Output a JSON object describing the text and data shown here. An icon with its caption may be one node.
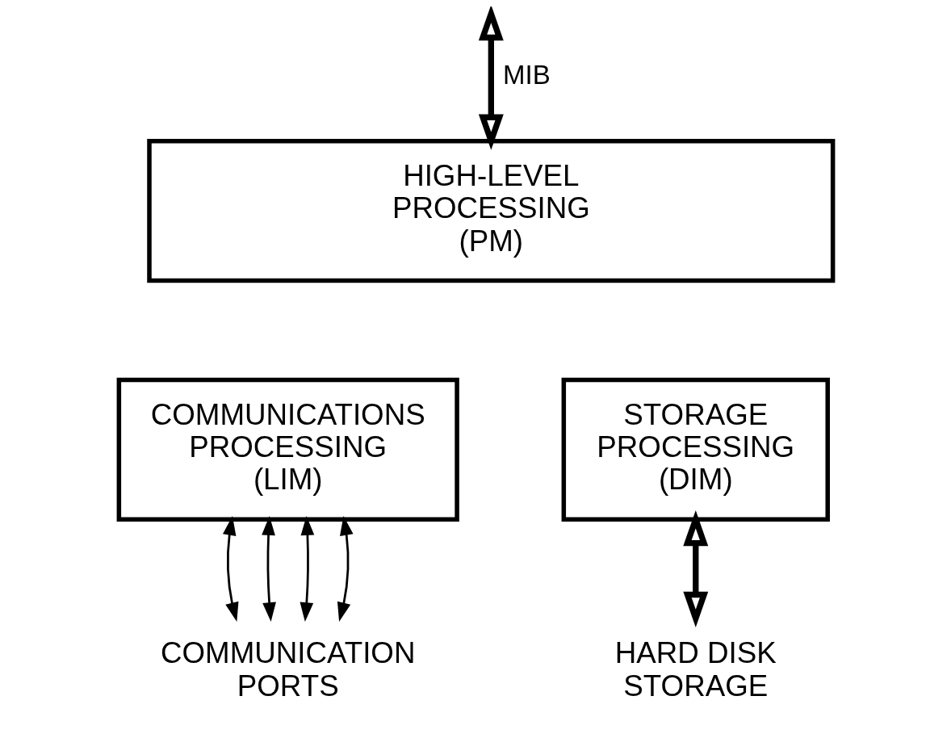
{
  "diagram": {
    "nodes": [
      {
        "text": [
          "HIGH-LEVEL PROCESSING (PM)"
        ]
      },
      {
        "text": [
          "COMMUNICATIONS PROCESSING (LIM)"
        ]
      },
      {
        "text": [
          "STORAGE PROCESSING (DIM)"
        ]
      },
      {
        "text": [
          "COMMUNICATION PORTS"
        ]
      },
      {
        "text": [
          "HARD DISK STORAGE"
        ]
      }
    ],
    "edges": [
      {
        "from": null,
        "to": 0,
        "arrow": "both",
        "label": "MIB",
        "style": "thick"
      },
      {
        "from": 1,
        "to": 3,
        "arrow": "both"
      },
      {
        "from": 1,
        "to": 3,
        "arrow": "both"
      },
      {
        "from": 1,
        "to": 3,
        "arrow": "both"
      },
      {
        "from": 1,
        "to": 3,
        "arrow": "both"
      },
      {
        "from": 2,
        "to": 4,
        "arrow": "both",
        "style": "thick"
      }
    ]
  }
}
